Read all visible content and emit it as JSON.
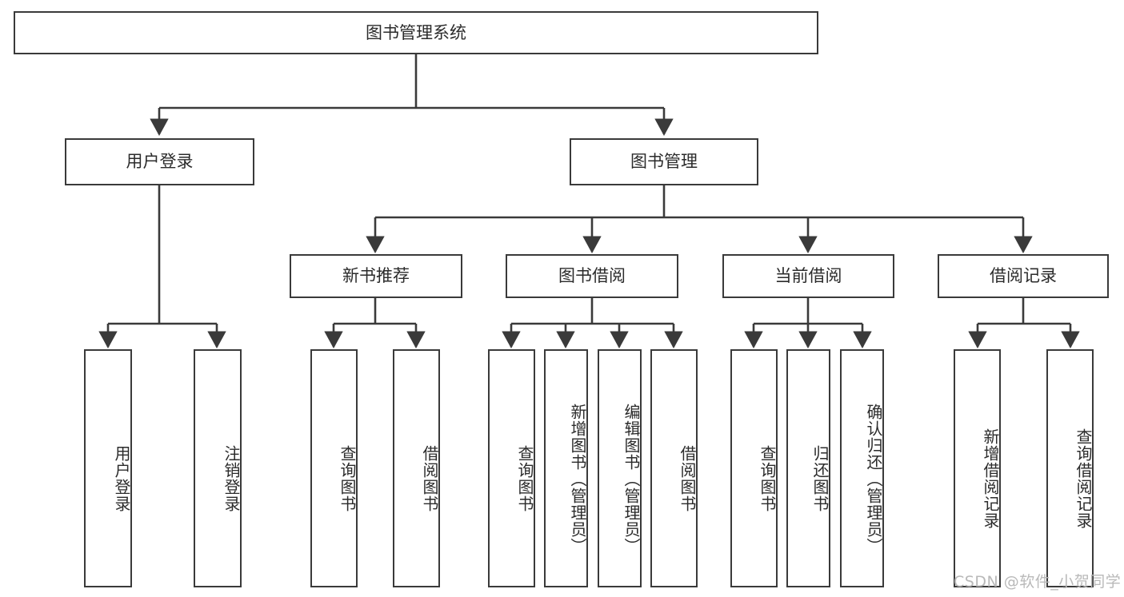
{
  "diagram": {
    "type": "tree-hierarchy",
    "title": "图书管理系统",
    "orientation": "top-down",
    "watermark": "CSDN @软件_小贺同学",
    "colors": {
      "node_border": "#3a3a3a",
      "node_fill": "#ffffff",
      "edge": "#3a3a3a",
      "text": "#2b2b2b",
      "watermark": "#b9b9b9",
      "background": "#ffffff"
    },
    "nodes": {
      "root": {
        "label": "图书管理系统",
        "level": 1,
        "orientation": "horizontal"
      },
      "n_user_login": {
        "label": "用户登录",
        "level": 2,
        "orientation": "horizontal"
      },
      "n_book_manage": {
        "label": "图书管理",
        "level": 2,
        "orientation": "horizontal"
      },
      "n_new_book": {
        "label": "新书推荐",
        "level": 3,
        "orientation": "horizontal"
      },
      "n_borrow": {
        "label": "图书借阅",
        "level": 3,
        "orientation": "horizontal"
      },
      "n_current": {
        "label": "当前借阅",
        "level": 3,
        "orientation": "horizontal"
      },
      "n_record": {
        "label": "借阅记录",
        "level": 3,
        "orientation": "horizontal"
      },
      "l_user_login": {
        "label": "用户登录",
        "level": 3,
        "orientation": "vertical"
      },
      "l_logout": {
        "label": "注销登录",
        "level": 3,
        "orientation": "vertical"
      },
      "l_query_book_1": {
        "label": "查询图书",
        "level": 4,
        "orientation": "vertical"
      },
      "l_borrow_book_1": {
        "label": "借阅图书",
        "level": 4,
        "orientation": "vertical"
      },
      "l_query_book_2": {
        "label": "查询图书",
        "level": 4,
        "orientation": "vertical"
      },
      "l_add_book": {
        "label": "新增图书（管理员）",
        "level": 4,
        "orientation": "vertical"
      },
      "l_edit_book": {
        "label": "编辑图书（管理员）",
        "level": 4,
        "orientation": "vertical"
      },
      "l_borrow_book_2": {
        "label": "借阅图书",
        "level": 4,
        "orientation": "vertical"
      },
      "l_query_book_3": {
        "label": "查询图书",
        "level": 4,
        "orientation": "vertical"
      },
      "l_return_book": {
        "label": "归还图书",
        "level": 4,
        "orientation": "vertical"
      },
      "l_confirm_return": {
        "label": "确认归还（管理员）",
        "level": 4,
        "orientation": "vertical"
      },
      "l_add_record": {
        "label": "新增借阅记录",
        "level": 4,
        "orientation": "vertical"
      },
      "l_query_record": {
        "label": "查询借阅记录",
        "level": 4,
        "orientation": "vertical"
      }
    },
    "edges": [
      {
        "from": "root",
        "to": "n_user_login"
      },
      {
        "from": "root",
        "to": "n_book_manage"
      },
      {
        "from": "n_user_login",
        "to": "l_user_login"
      },
      {
        "from": "n_user_login",
        "to": "l_logout"
      },
      {
        "from": "n_book_manage",
        "to": "n_new_book"
      },
      {
        "from": "n_book_manage",
        "to": "n_borrow"
      },
      {
        "from": "n_book_manage",
        "to": "n_current"
      },
      {
        "from": "n_book_manage",
        "to": "n_record"
      },
      {
        "from": "n_new_book",
        "to": "l_query_book_1"
      },
      {
        "from": "n_new_book",
        "to": "l_borrow_book_1"
      },
      {
        "from": "n_borrow",
        "to": "l_query_book_2"
      },
      {
        "from": "n_borrow",
        "to": "l_add_book"
      },
      {
        "from": "n_borrow",
        "to": "l_edit_book"
      },
      {
        "from": "n_borrow",
        "to": "l_borrow_book_2"
      },
      {
        "from": "n_current",
        "to": "l_query_book_3"
      },
      {
        "from": "n_current",
        "to": "l_return_book"
      },
      {
        "from": "n_current",
        "to": "l_confirm_return"
      },
      {
        "from": "n_record",
        "to": "l_add_record"
      },
      {
        "from": "n_record",
        "to": "l_query_record"
      }
    ]
  }
}
